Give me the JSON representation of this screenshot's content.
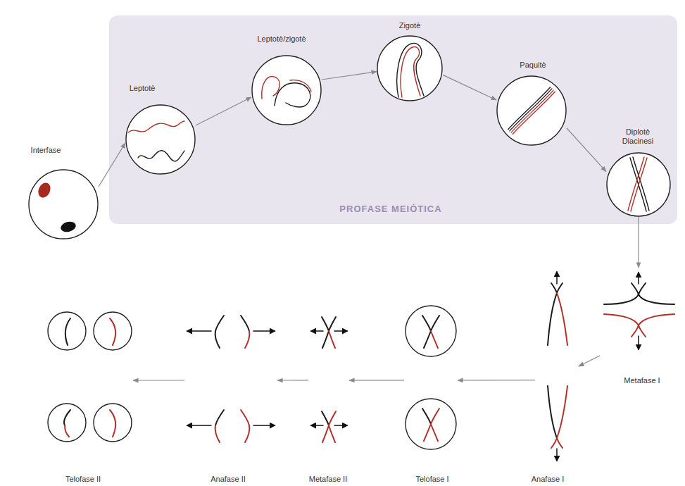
{
  "diagram": {
    "nodes": [
      {
        "text": [
          "Interfase"
        ]
      },
      {
        "text": [
          "PROFASE MEIÓTICA"
        ]
      },
      {
        "text": [
          "Leptotè"
        ],
        "in": 1
      },
      {
        "text": [
          "Leptotè/zigotè"
        ],
        "in": 1
      },
      {
        "text": [
          "Zigotè"
        ],
        "in": 1
      },
      {
        "text": [
          "Paquitè"
        ],
        "in": 1
      },
      {
        "text": [
          "Diplotè Diacinesi"
        ],
        "in": 1
      },
      {
        "text": [
          "Metafase I"
        ]
      },
      {
        "text": [
          "Anafase I"
        ]
      },
      {
        "text": [
          "Telofase I"
        ]
      },
      {
        "text": [
          "Metafase II"
        ]
      },
      {
        "text": [
          "Anafase II"
        ]
      },
      {
        "text": [
          "Telofase II"
        ]
      }
    ],
    "edges": [
      {
        "from": 0,
        "to": 2,
        "arrow": "to"
      },
      {
        "from": 2,
        "to": 3,
        "arrow": "to"
      },
      {
        "from": 3,
        "to": 4,
        "arrow": "to"
      },
      {
        "from": 4,
        "to": 5,
        "arrow": "to"
      },
      {
        "from": 5,
        "to": 6,
        "arrow": "to"
      },
      {
        "from": 6,
        "to": 7,
        "arrow": "to"
      },
      {
        "from": 7,
        "to": 8,
        "arrow": "to"
      },
      {
        "from": 8,
        "to": 9,
        "arrow": "to"
      },
      {
        "from": 9,
        "to": 10,
        "arrow": "to"
      },
      {
        "from": 10,
        "to": 11,
        "arrow": "to"
      },
      {
        "from": 11,
        "to": 12,
        "arrow": "to"
      }
    ]
  }
}
